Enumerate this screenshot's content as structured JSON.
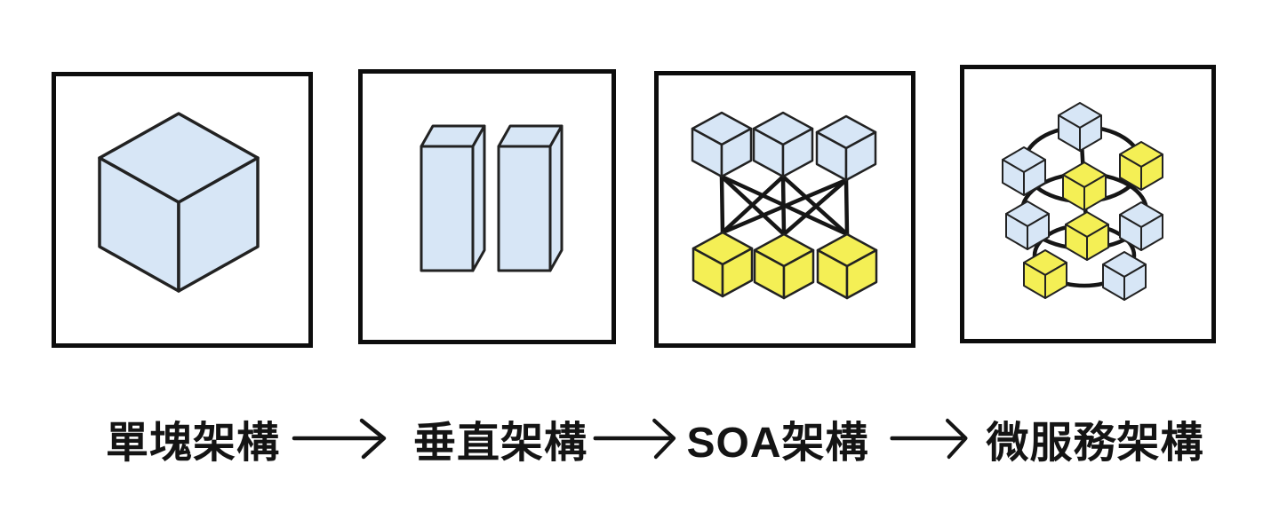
{
  "title": "單塊架構 → 垂直架構 → SOA架構 → 微服務架構",
  "colors": {
    "cube_blue": "#d7e6f6",
    "cube_yellow": "#f4ef55",
    "outline": "#222222",
    "connector": "#161616",
    "panel_border": "#0d0d0d",
    "label_text": "#141414",
    "background": "#ffffff"
  },
  "icons": {
    "arrow_right": "⟶",
    "stage_1": "single-cube-icon",
    "stage_2": "two-pillars-icon",
    "stage_3": "bipartite-connected-cubes-icon",
    "stage_4": "mesh-network-cubes-icon"
  },
  "stages": [
    {
      "id": "monolithic",
      "label": "單塊架構"
    },
    {
      "id": "vertical",
      "label": "垂直架構"
    },
    {
      "id": "soa",
      "label": "SOA架構"
    },
    {
      "id": "microservice",
      "label": "微服務架構"
    }
  ]
}
